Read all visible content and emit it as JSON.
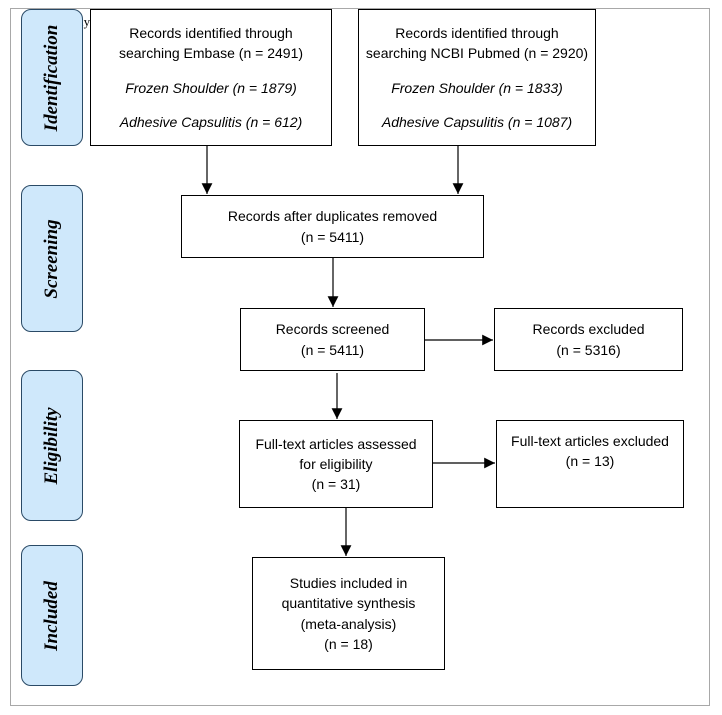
{
  "stray_text": "ly",
  "stages": {
    "identification": "Identification",
    "screening": "Screening",
    "eligibility": "Eligibility",
    "included": "Included"
  },
  "boxes": {
    "embase": {
      "line1": "Records identified through",
      "line2": "searching Embase (n = 2491)",
      "sub1": "Frozen Shoulder (n = 1879)",
      "sub2": "Adhesive Capsulitis (n = 612)"
    },
    "pubmed": {
      "line1": "Records identified through",
      "line2": "searching NCBI Pubmed (n = 2920)",
      "sub1": "Frozen Shoulder (n = 1833)",
      "sub2": "Adhesive Capsulitis (n = 1087)"
    },
    "duplicates": {
      "line1": "Records after duplicates removed",
      "line2": "(n = 5411)"
    },
    "screened": {
      "line1": "Records screened",
      "line2": "(n = 5411)"
    },
    "excluded": {
      "line1": "Records excluded",
      "line2": "(n = 5316)"
    },
    "fulltext": {
      "line1": "Full-text articles assessed",
      "line2": "for eligibility",
      "line3": "(n = 31)"
    },
    "fulltext_excluded": {
      "line1": "Full-text articles excluded",
      "line2": "(n = 13)"
    },
    "included": {
      "line1": "Studies included in",
      "line2": "quantitative synthesis",
      "line3": "(meta-analysis)",
      "line4": "(n = 18)"
    }
  }
}
